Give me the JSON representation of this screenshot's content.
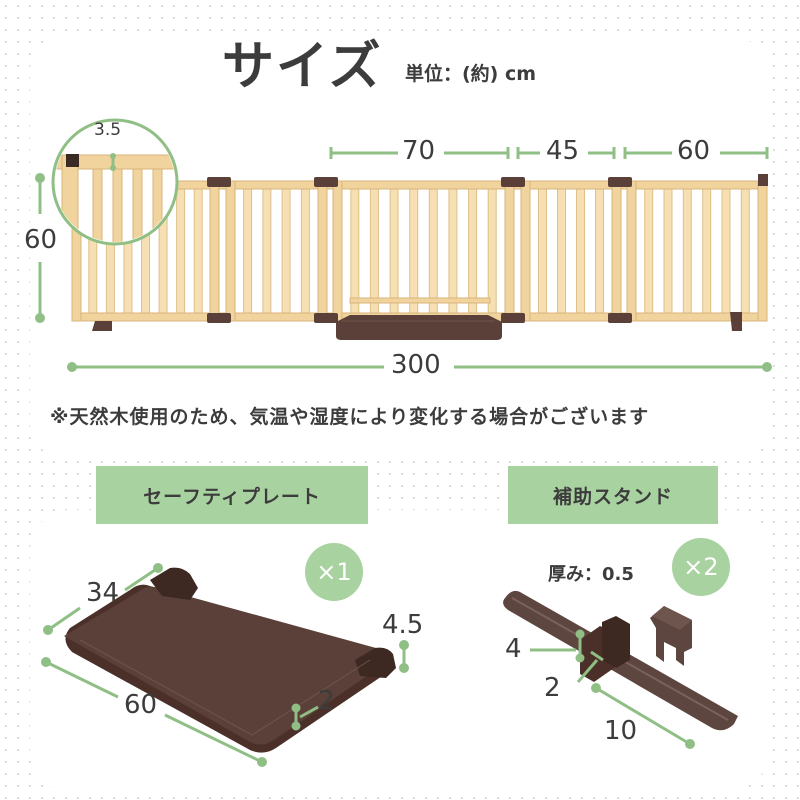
{
  "header": {
    "title": "サイズ",
    "unit": "単位：(約) cm"
  },
  "gate_dims": {
    "detail": "3.5",
    "height": "60",
    "panel_a": "70",
    "panel_b": "45",
    "panel_c": "60",
    "total": "300"
  },
  "note": "※天然木使用のため、気温や湿度により変化する場合がございます",
  "safety_plate": {
    "label": "セーフティプレート",
    "count": "×1",
    "depth": "34",
    "width": "60",
    "height": "4.5",
    "thickness": "2"
  },
  "stand": {
    "label": "補助スタンド",
    "count": "×2",
    "thickness_text": "厚み：0.5",
    "height": "4",
    "width": "2",
    "length": "10"
  },
  "colors": {
    "accent": "#a9d2a1",
    "dim_line": "#8fbf85",
    "wood": "#f4d9a8",
    "wood_edge": "#d9b67c",
    "brown": "#5a4038"
  }
}
